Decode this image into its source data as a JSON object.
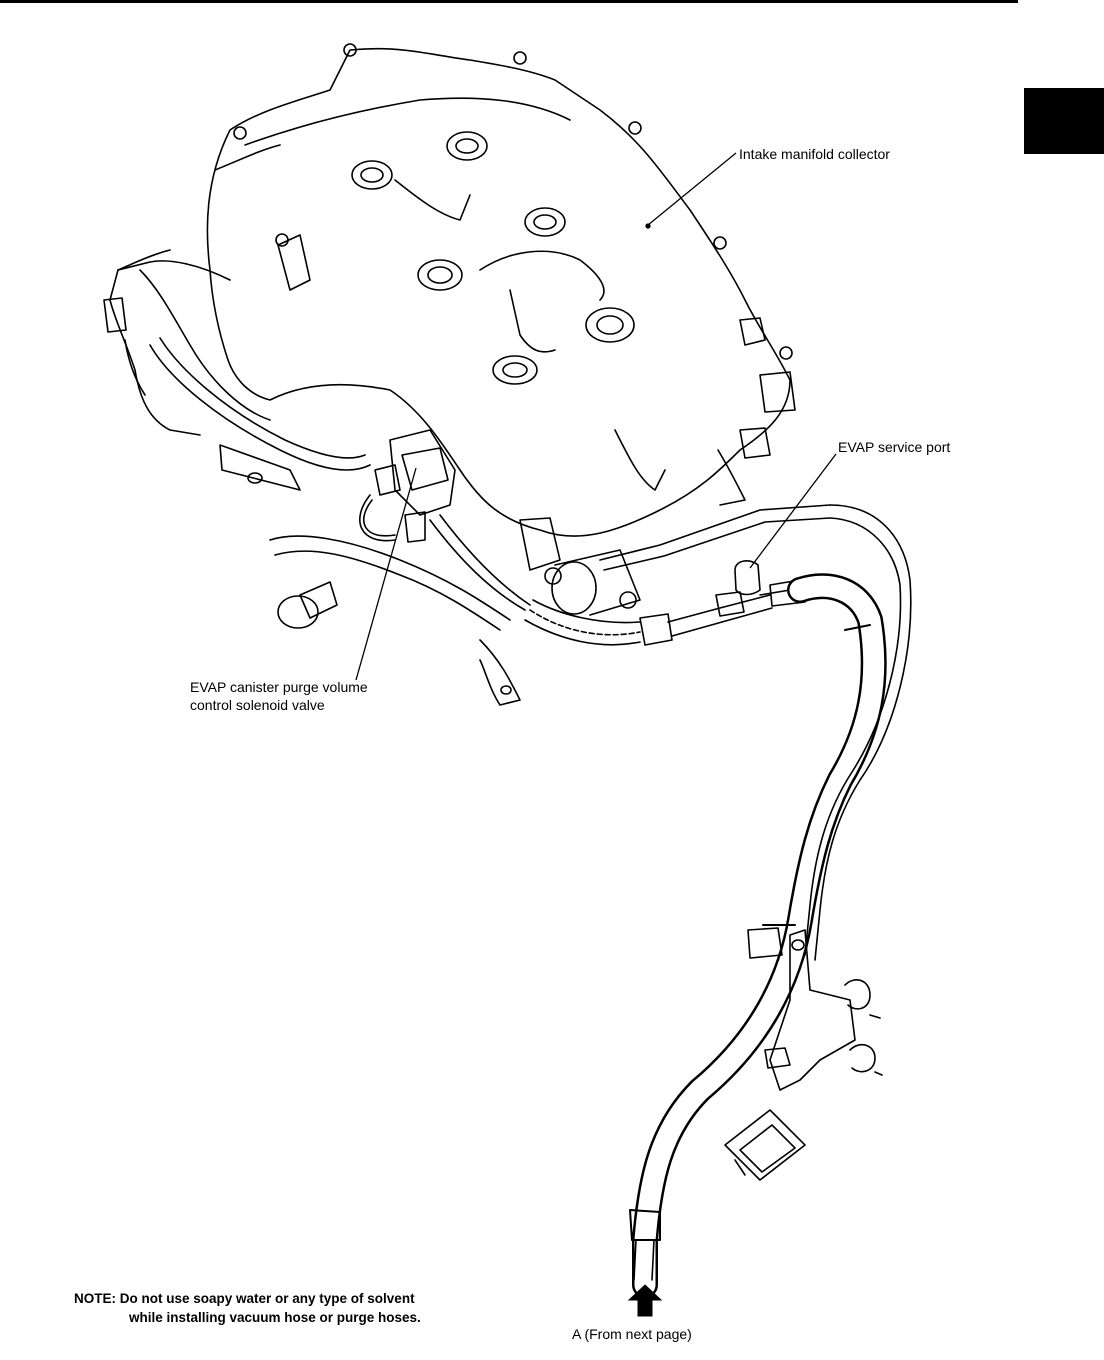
{
  "labels": {
    "intake_manifold_collector": "Intake manifold collector",
    "evap_service_port": "EVAP service port",
    "evap_canister_line1": "EVAP canister purge volume",
    "evap_canister_line2": "control solenoid valve",
    "from_next_page": "A (From next page)"
  },
  "note": {
    "line1": "NOTE: Do not use soapy water or any type of solvent",
    "line2": "while installing vacuum hose or purge hoses."
  },
  "colors": {
    "ink": "#000000",
    "paper": "#ffffff"
  }
}
